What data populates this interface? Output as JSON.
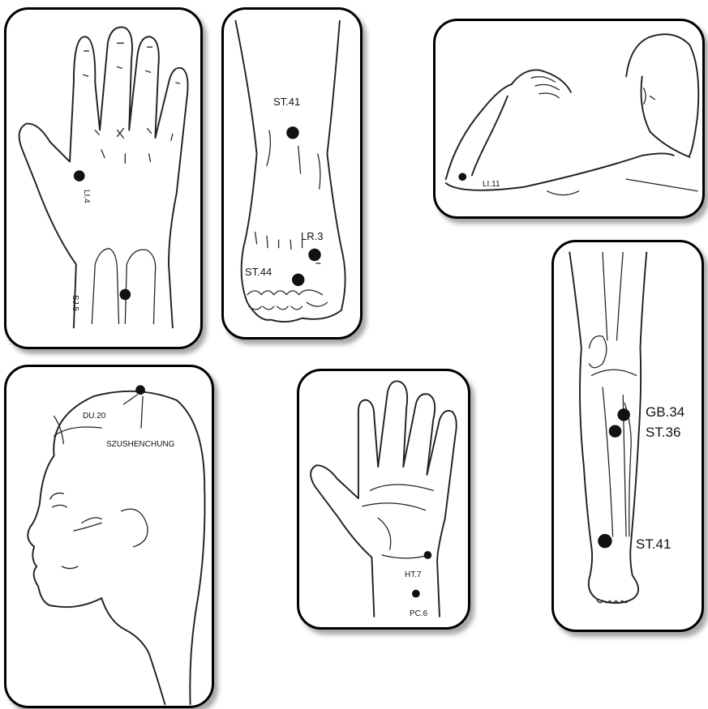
{
  "panels": {
    "back_of_hand": {
      "points": [
        "LI.4",
        "SJ.5"
      ]
    },
    "foot": {
      "points": [
        "ST.41",
        "LR.3",
        "ST.44"
      ]
    },
    "arm": {
      "points": [
        "LI.11"
      ]
    },
    "leg": {
      "points": [
        "GB.34",
        "ST.36",
        "ST.41"
      ]
    },
    "head": {
      "points": [
        "DU.20",
        "SZUSHENCHUNG"
      ]
    },
    "palm": {
      "points": [
        "HT.7",
        "PC.6"
      ]
    }
  },
  "colors": {
    "border": "#000000",
    "point": "#111111",
    "background": "#ffffff"
  }
}
